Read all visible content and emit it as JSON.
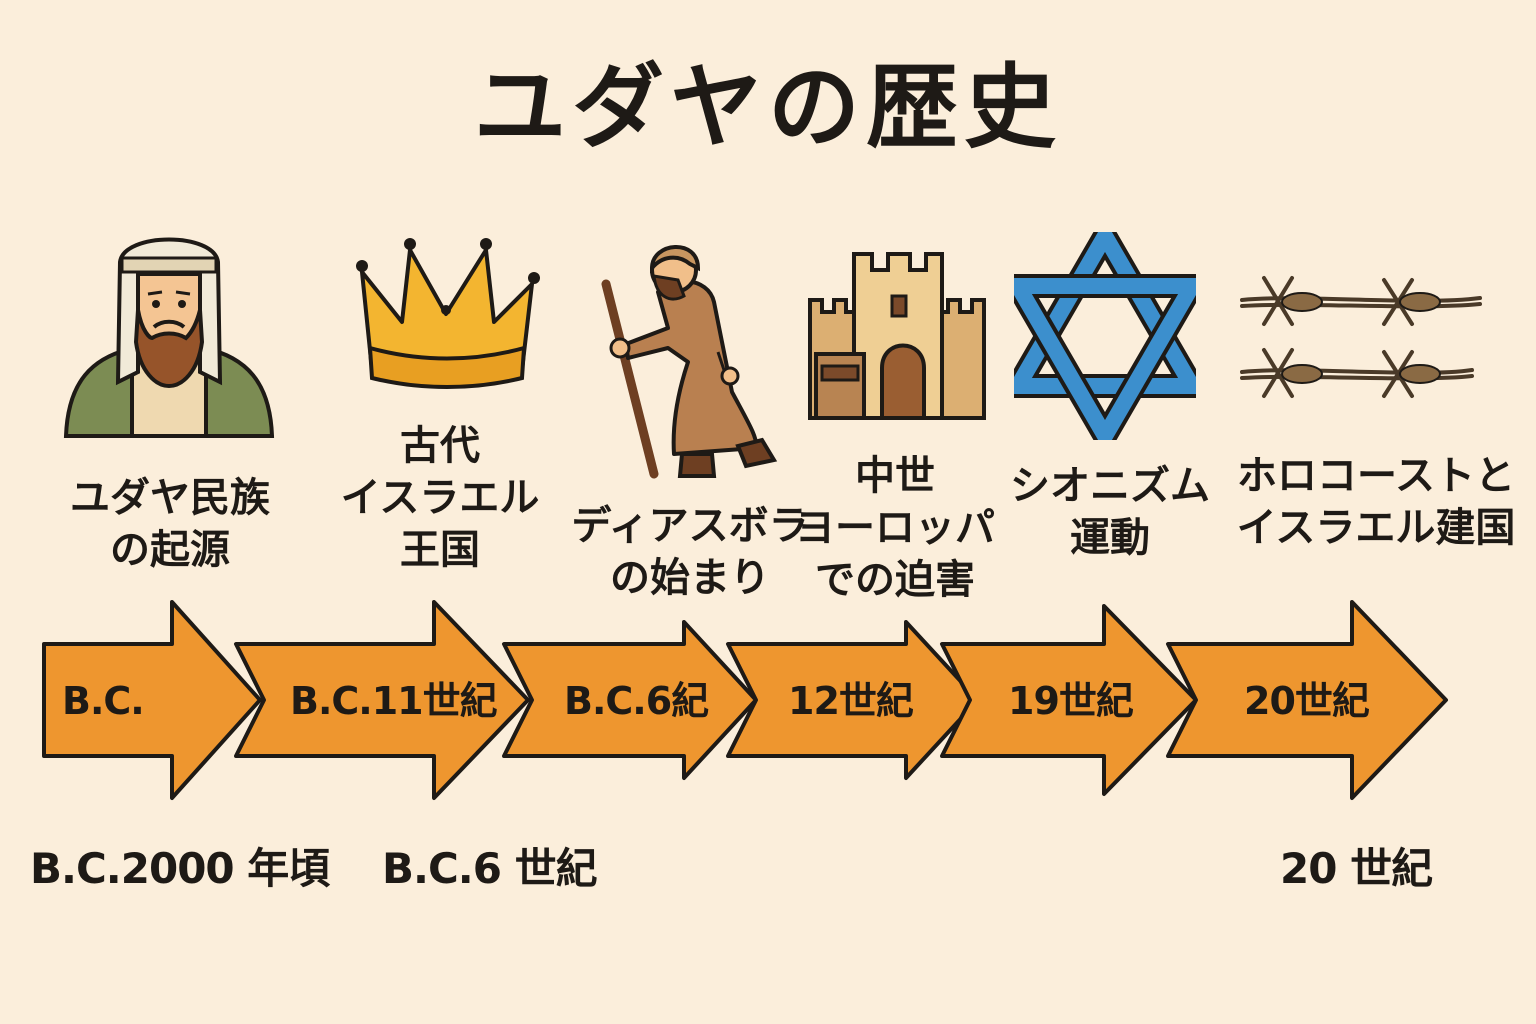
{
  "title": "ユダヤの歴史",
  "events": [
    {
      "label": "ユダヤ民族\nの起源",
      "icon": "bearded-man-icon",
      "era": "B.C."
    },
    {
      "label": "古代\nイスラエル\n王国",
      "icon": "crown-icon",
      "era": "B.C.11世紀"
    },
    {
      "label": "ディアスボラ\nの始まり",
      "icon": "wanderer-icon",
      "era": "B.C.6紀"
    },
    {
      "label": "中世\nヨーロッパ\nでの迫害",
      "icon": "castle-icon",
      "era": "12世紀"
    },
    {
      "label": "シオニズム\n運動",
      "icon": "star-of-david-icon",
      "era": "19世紀"
    },
    {
      "label": "ホロコーストと\nイスラエル建国",
      "icon": "barbed-wire-icon",
      "era": "20世紀"
    }
  ],
  "dates": [
    "B.C.2000 年頃",
    "B.C.6 世紀",
    "20 世紀"
  ],
  "colors": {
    "background": "#fbeedb",
    "arrow": "#ee962f",
    "outline": "#1e1a16",
    "star": "#3c8fcd",
    "crown": "#f3b530"
  }
}
